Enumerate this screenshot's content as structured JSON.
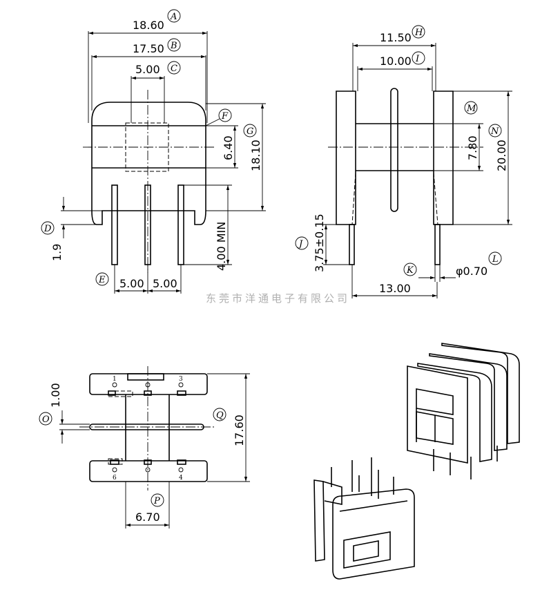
{
  "watermark": "东莞市洋通电子有限公司",
  "front_view": {
    "dims": {
      "A": "18.60",
      "B": "17.50",
      "C": "5.00",
      "G_inner": "6.40",
      "G": "18.10",
      "D": "1.9",
      "pin_min": "4.00 MIN",
      "pitch_left": "5.00",
      "pitch_right": "5.00"
    },
    "labels": [
      "A",
      "B",
      "C",
      "D",
      "E",
      "F",
      "G"
    ]
  },
  "side_view": {
    "dims": {
      "H": "11.50",
      "I": "10.00",
      "M": "7.80",
      "N": "20.00",
      "J": "3.75±0.15",
      "L": "φ0.70",
      "total": "13.00"
    },
    "labels": [
      "H",
      "I",
      "J",
      "K",
      "L",
      "M",
      "N"
    ]
  },
  "bottom_view": {
    "dims": {
      "O": "1.00",
      "Q": "17.60",
      "P": "6.70"
    },
    "labels": [
      "O",
      "P",
      "Q"
    ],
    "pin_numbers": [
      "1",
      "3",
      "6",
      "4"
    ]
  }
}
